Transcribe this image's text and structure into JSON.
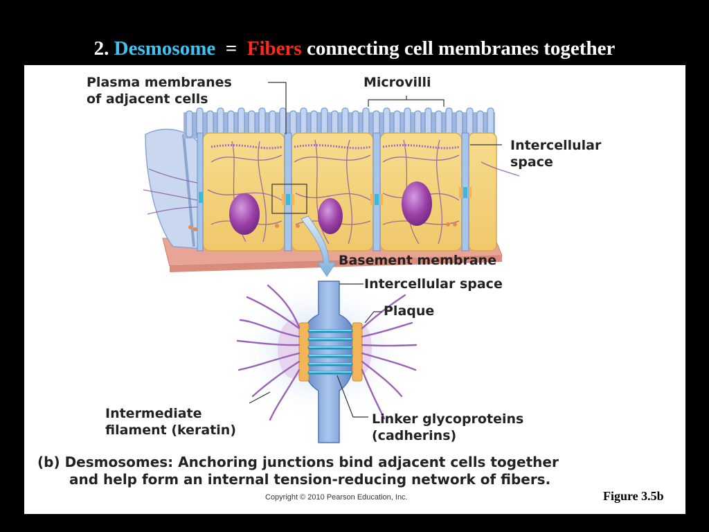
{
  "slide": {
    "title": {
      "number": "2.",
      "term": "Desmosome",
      "equals": "=",
      "keyword": "Fibers",
      "rest": "connecting cell membranes together"
    },
    "colors": {
      "background": "#000000",
      "term": "#3ec4f2",
      "keyword": "#ff2a1a",
      "cytoplasm": "#f4d27a",
      "nucleus": "#9b3fa6",
      "intercellular_space": "#a7c4ea",
      "plaque": "#f3b55a",
      "cadherin": "#3db8d6",
      "filament": "#9a62b4",
      "basement_membrane": "#e8a494"
    }
  },
  "figure": {
    "labels": {
      "plasma_membranes": [
        "Plasma membranes",
        "of adjacent cells"
      ],
      "microvilli": "Microvilli",
      "intercellular_space_top": [
        "Intercellular",
        "space"
      ],
      "basement_membrane": "Basement membrane",
      "intercellular_space_detail": "Intercellular space",
      "plaque": "Plaque",
      "intermediate_filament": [
        "Intermediate",
        "filament (keratin)"
      ],
      "linker_glycoproteins": [
        "Linker glycoproteins",
        "(cadherins)"
      ]
    },
    "caption": {
      "part": "(b)",
      "heading": "Desmosomes:",
      "text_line1": "Anchoring junctions bind adjacent cells together",
      "text_line2": "and help form an internal tension-reducing network of fibers."
    },
    "copyright": "Copyright © 2010 Pearson Education, Inc.",
    "figure_ref": "Figure 3.5b"
  }
}
